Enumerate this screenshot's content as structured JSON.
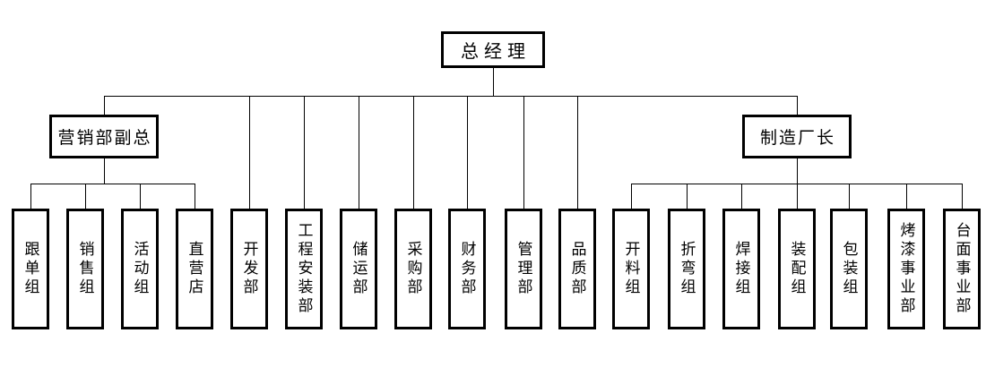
{
  "org": {
    "root": {
      "label": "总经理"
    },
    "marketing": {
      "label": "营销部副总",
      "children": [
        "跟单组",
        "销售组",
        "活动组",
        "直营店"
      ]
    },
    "departments": [
      "开发部",
      "工程安装部",
      "储运部",
      "采购部",
      "财务部",
      "管理部",
      "品质部"
    ],
    "manufacturing": {
      "label": "制造厂长",
      "children": [
        "开料组",
        "折弯组",
        "焊接组",
        "装配组",
        "包装组",
        "烤漆事业部",
        "台面事业部"
      ]
    },
    "colors": {
      "line": "#000000",
      "box_border": "#000000",
      "box_fill": "#ffffff",
      "text": "#000000",
      "canvas": "#ffffff"
    }
  }
}
